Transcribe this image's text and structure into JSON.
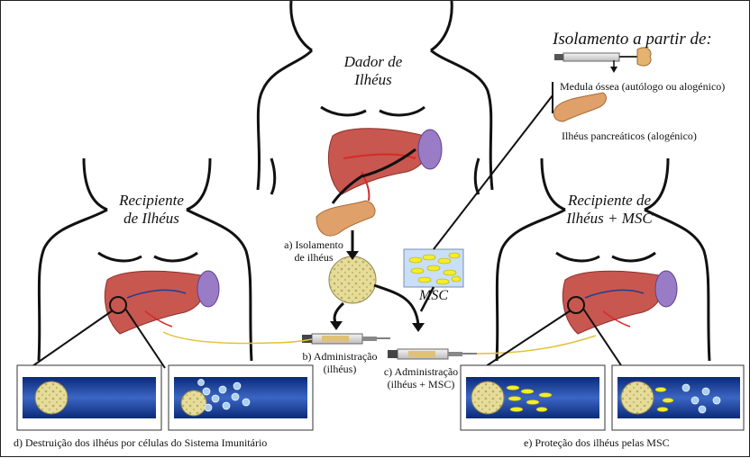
{
  "donor": {
    "line1": "Dador de",
    "line2": "Ilhéus"
  },
  "recipient_left": {
    "line1": "Recipiente",
    "line2": "de Ilhéus"
  },
  "recipient_right": {
    "line1": "Recipiente de",
    "line2": "Ilhéus + MSC"
  },
  "isolation_source": {
    "heading": "Isolamento a partir de:",
    "bone_marrow": "Medula óssea (autólogo ou alogénico)",
    "pancreatic_islets": "Ilhéus pancreáticos (alogénico)"
  },
  "steps": {
    "a_line1": "a) Isolamento",
    "a_line2": "de ilhéus",
    "b_line1": "b) Administração",
    "b_line2": "(ilhéus)",
    "c_line1": "c) Administração",
    "c_line2": "(ilhéus + MSC)",
    "d": "d) Destruição dos ilhéus por células do Sistema Imunitário",
    "e": "e) Proteção dos ilhéus pelas MSC"
  },
  "msc_label": "MSC",
  "colors": {
    "liver": "#c8574f",
    "pancreas": "#e0a06a",
    "islet": "#d9cf8a",
    "vessel": "#1e3f8f",
    "msc": "#f2ee2a",
    "immune": "#a9d0f0",
    "msc_box": "#c9dff7"
  }
}
